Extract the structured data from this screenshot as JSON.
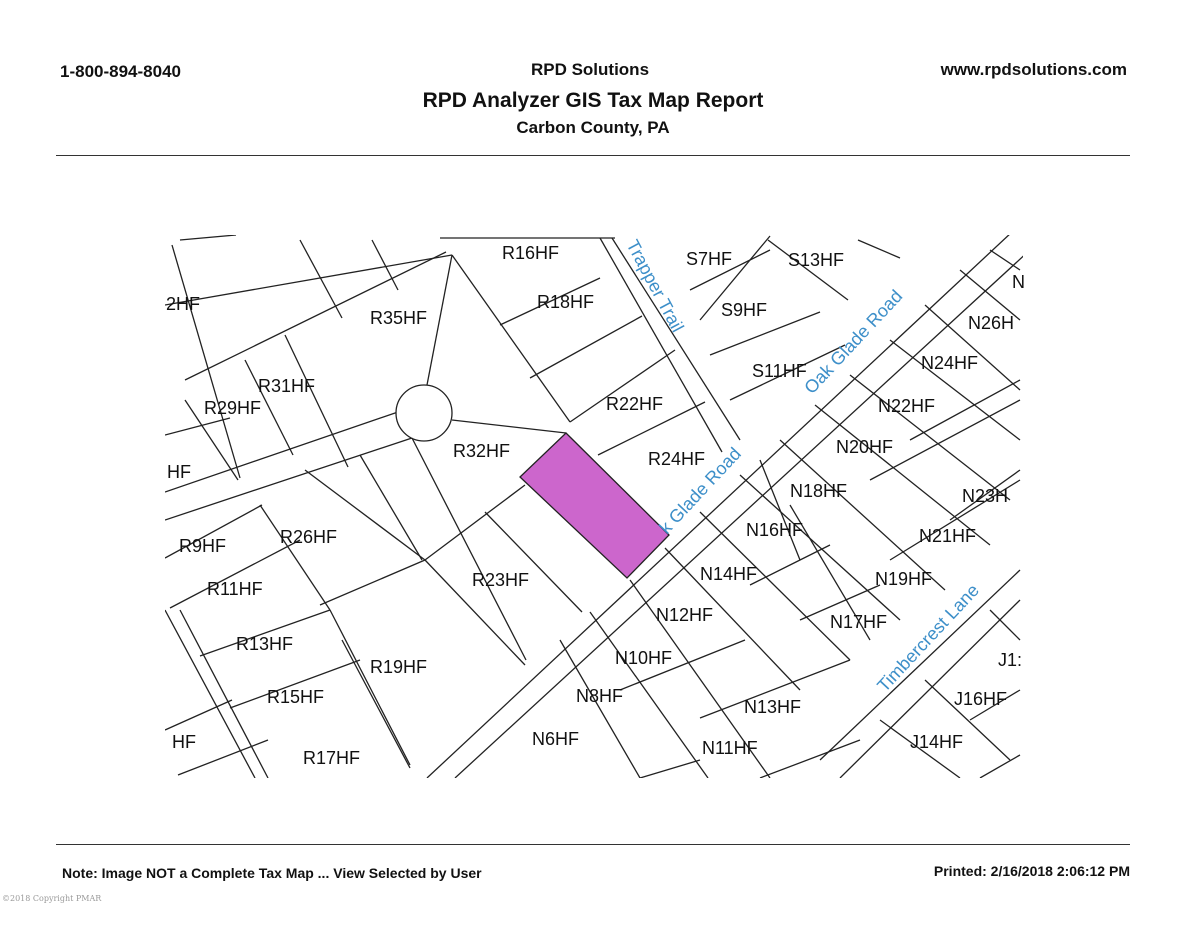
{
  "header": {
    "phone": "1-800-894-8040",
    "company": "RPD Solutions",
    "website": "www.rpdsolutions.com",
    "title": "RPD Analyzer GIS Tax Map Report",
    "county": "Carbon County, PA"
  },
  "map": {
    "highlight_color": "#cc66cc",
    "road_label_color": "#3d8fc9",
    "roads": {
      "trapper_trail": "Trapper Trail",
      "oak_glade_upper": "Oak Glade Road",
      "oak_glade_lower": "k Glade Road",
      "timbercrest": "Timbercrest Lane"
    },
    "parcels": {
      "r16": "R16HF",
      "s7": "S7HF",
      "s13": "S13HF",
      "hf_top_left": "2HF",
      "r35": "R35HF",
      "r18": "R18HF",
      "s9": "S9HF",
      "n26": "N26H",
      "n_top": "N",
      "r31": "R31HF",
      "r29": "R29HF",
      "s11": "S11HF",
      "n24": "N24HF",
      "r22": "R22HF",
      "n22": "N22HF",
      "r32": "R32HF",
      "n20": "N20HF",
      "r24": "R24HF",
      "hf_mid_left": "HF",
      "n18": "N18HF",
      "n23": "N23H",
      "n16": "N16HF",
      "r9": "R9HF",
      "r26": "R26HF",
      "n21": "N21HF",
      "r11": "R11HF",
      "r23": "R23HF",
      "n14": "N14HF",
      "n19": "N19HF",
      "n12": "N12HF",
      "n17": "N17HF",
      "r13": "R13HF",
      "n10": "N10HF",
      "r19": "R19HF",
      "j1": "J1:",
      "n8": "N8HF",
      "r15": "R15HF",
      "j16": "J16HF",
      "n13": "N13HF",
      "hf_bot_left": "HF",
      "n6": "N6HF",
      "j14": "J14HF",
      "n11": "N11HF",
      "r17": "R17HF"
    }
  },
  "footer": {
    "note": "Note:  Image NOT a Complete Tax Map ... View Selected by User",
    "printed": "Printed:  2/16/2018 2:06:12 PM",
    "copyright": "©2018 Copyright PMAR"
  }
}
